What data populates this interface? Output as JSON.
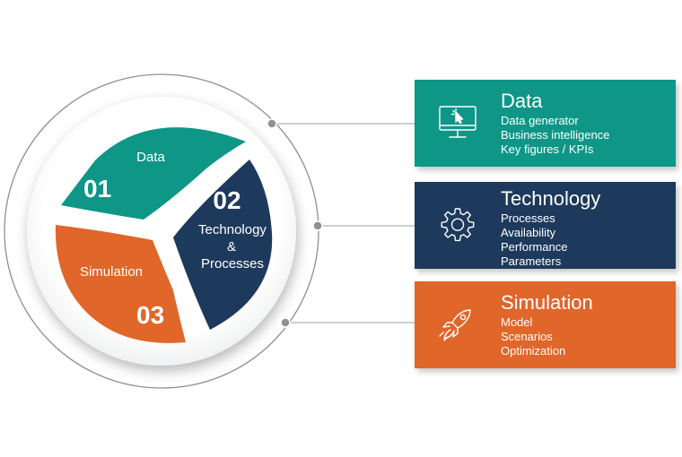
{
  "colors": {
    "teal": "#0E9687",
    "navy": "#1D3A5C",
    "orange": "#E0662A",
    "ring": "#8C9098",
    "connector": "#9AA0A6"
  },
  "segments": [
    {
      "number": "01",
      "label": "Data"
    },
    {
      "number": "02",
      "label_lines": [
        "Technology",
        "&",
        "Processes"
      ]
    },
    {
      "number": "03",
      "label": "Simulation"
    }
  ],
  "cards": [
    {
      "title": "Data",
      "icon": "monitor-cursor-icon",
      "items": [
        "Data generator",
        "Business intelligence",
        "Key figures / KPIs"
      ]
    },
    {
      "title": "Technology",
      "icon": "gear-icon",
      "items": [
        "Processes",
        "Availability",
        "Performance",
        "Parameters"
      ]
    },
    {
      "title": "Simulation",
      "icon": "rocket-icon",
      "items": [
        "Model",
        "Scenarios",
        "Optimization"
      ]
    }
  ]
}
